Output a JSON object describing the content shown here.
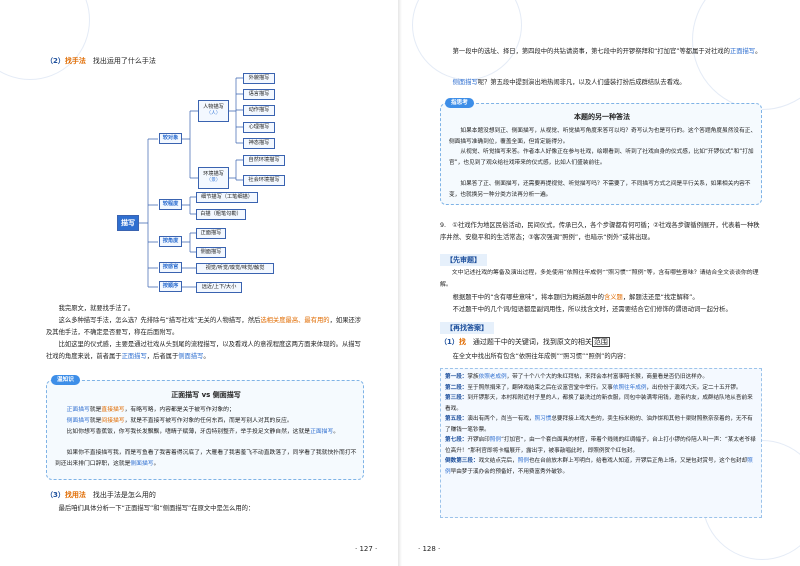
{
  "left": {
    "q2_num": "（2）",
    "q2_kw": "找手法",
    "q2_rest": "找出运用了什么手法",
    "mm": {
      "root": "描写",
      "b1": "较对象",
      "b2": "较程度",
      "b3": "按角度",
      "b4": "按感官",
      "b5": "按顺序",
      "person": "人物描写",
      "person_sub": "（人）",
      "env": "环境描写",
      "env_sub": "（景）",
      "p_items": [
        "外貌描写",
        "语言描写",
        "动作描写",
        "心理描写",
        "神态描写"
      ],
      "e_items": [
        "自然环境描写",
        "社会环境描写"
      ],
      "deg_items": [
        "细节描写（工笔细描）",
        "白描（粗笔勾勒）"
      ],
      "ang_items": [
        "正面描写",
        "侧面描写"
      ],
      "sense": "视觉/听觉/嗅觉/味觉/触觉",
      "order": "远近/上下/大小"
    },
    "p1": "我完原文，就要找手法了。",
    "p2a": "这么多种描写手法，怎么选？先排除与“描写社戏”无关的人物描写，然后",
    "p2b": "选相关度最高、最有用的",
    "p2c": "，如果还涉及其他手法，不确定是否要写，称在后面附写。",
    "p3a": "比如这里的仪式感，主要是通过社戏从头到尾的流程描写，以及看戏人的意视程度这两方面来体现的。从描写社戏的角度来说，前者属于",
    "p3b": "正面描写",
    "p3c": "，后者属于",
    "p3d": "侧面描写",
    "p3e": "。",
    "tip_tag": "温知识",
    "tip_title": "正面描写 vs 侧面描写",
    "tip_l1a": "正面描写",
    "tip_l1b": "就是",
    "tip_l1c": "直接描写",
    "tip_l1d": "，有略写略，内容都是关于被写作对象的；",
    "tip_l2a": "侧面描写",
    "tip_l2b": "就是",
    "tip_l2c": "间接描写",
    "tip_l2d": "，就是不直接写被写作对象的任何东西，而是写别人对其的反应。",
    "tip_l3": "比如你想写香蕉饭，你写我长发飘飘，嗜睛子赋薄，牙齿特别整齐，举手投足文静自然，这就是",
    "tip_l3b": "正面描写",
    "tip_l3c": "。",
    "tip_l4": "如果你不直接描写我，而是写鱼看了我害着得沉底了，大雁看了我害羞飞不动直跌落了，同学看了我就快扑而打不到还出来排门口辞职，这就是",
    "tip_l4b": "侧面描写",
    "tip_l4c": "。",
    "q3_num": "（3）",
    "q3_kw": "找用法",
    "q3_rest": "找出手法是怎么用的",
    "p4": "最后咱们具体分析一下“正面描写”和“侧面描写”在原文中是怎么用的：",
    "page_no": "· 127 ·"
  },
  "right": {
    "p1": "第一段中的选址、择日，第四段中的共钻请资事，第七段中的开锣祭拜和“打加官”等都属于对社戏的",
    "p1b": "正面描写",
    "p1c": "。",
    "p2a": "侧面描写",
    "p2b": "呢？第五段中提到演出地热闹非凡，以及人们盛装打扮后成群结队去看戏。",
    "think_tag": "指思考",
    "think_title": "本题的另一种答法",
    "t1": "如果本题没想到正、侧面描写，从视觉、听觉描写角度来答可以吗？奇写认为也是可行的。这个答题角度虽然没有正、侧面描写准确到位，覆盖全面，但肯定能得分。",
    "t2": "从视觉、听觉描写来答。作者本人好像正在参与社戏，绘眼看到、听到了社戏自身的仪式感，比如“开锣仪式”和“打加官”，也见到了观众给社戏带来的仪式感，比如人们盛装前往。",
    "t3": "如果答了正、侧面描写，还需要再提视觉、听觉描写吗？不需要了，不同描写方式之间是平行关系，如果相关内容不变，也就换另一种分类方法再分析一遍。",
    "q9": "9.　①社戏作为地区民俗活动，民间仪式，传承已久，各个步骤都有何可循；②社戏各步骤循例展开，代表着一种秩序井然、安稳平和的生活常态；③客次强调“照例”，也暗示“例外”或将出现。",
    "sec1": "【先审题】",
    "stem": "文中记述社戏的筹备及演出过程，多处使用“依照往年成例”“照习惯”“照例”等，含有哪些意味？请结合全文谈谈你的理解。",
    "a1a": "根据题干中的“含有哪些意味”，将本题归为概括题中的",
    "a1b": "含义题",
    "a1c": "，解题法还是“找定解释”。",
    "a2": "不过题干中的几个词/短语都是副词用性，所以找含文时，还需要结合它们修饰的谓语动词一起分析。",
    "sec2": "【再找答案】",
    "s1num": "（1）",
    "s1kw": "找",
    "s1a": "通过题干中的关键词，找到原文的相关",
    "s1b": "范围",
    "s1c": "在全文中找出所有包含“依照往年成例”“照习惯”“照例”的内容：",
    "ex": [
      {
        "k": "第一段：",
        "t": "掌族",
        "h": "依照老成例",
        "r": "，带了十个八个大的朱红拜帖，来拜会本村富事陪长猴，商量看是否仍旧这样办。"
      },
      {
        "k": "第二段：",
        "t": "至于照然捐来了，翻钟戏结束之后在议富宫堂中举行。又事",
        "h": "依照往年成例",
        "r": "，出份份于演戏六天。定二十五开锣。"
      },
      {
        "k": "第三段：",
        "t": "到开锣那天，本村和附近村子里的人，都换了最洗过的新衣服，同包中装满零用钱，邀亲约友，成群结队地从吾前来看戏。",
        "h": "",
        "r": ""
      },
      {
        "k": "第五段：",
        "t": "演出有两个，尚当一有戏，",
        "h": "照习惯",
        "r": "总要拜接上戏大些的，卖生标米粉的、油炸饼和其他十渠财照熬奈奈着的，无不有了赚钱一笔钞票。"
      },
      {
        "k": "第七段：",
        "t": "开锣启印",
        "h": "照例",
        "r": "“打加官”，由一个套白面具的材官，带着个贱贱的红绸幅子，台上打小锣的伶陪人叫一声：“某太老爷禄位高升！”那利官即将卡幅展开，露出字，被事敲唱此时，即照例贺个红包封。"
      },
      {
        "k": "倒数第三段：",
        "t": "戏文结点完后，",
        "h": "照例",
        "r": "也在台前放木群上写明白，给看戏人知道，开锣后正角上场，又是包封赏号，这个包封却",
        "h2": "照例",
        "r2": "早由梦于溪办会的预备好，不用费富秀外破钞。"
      }
    ],
    "page_no": "· 128 ·"
  }
}
